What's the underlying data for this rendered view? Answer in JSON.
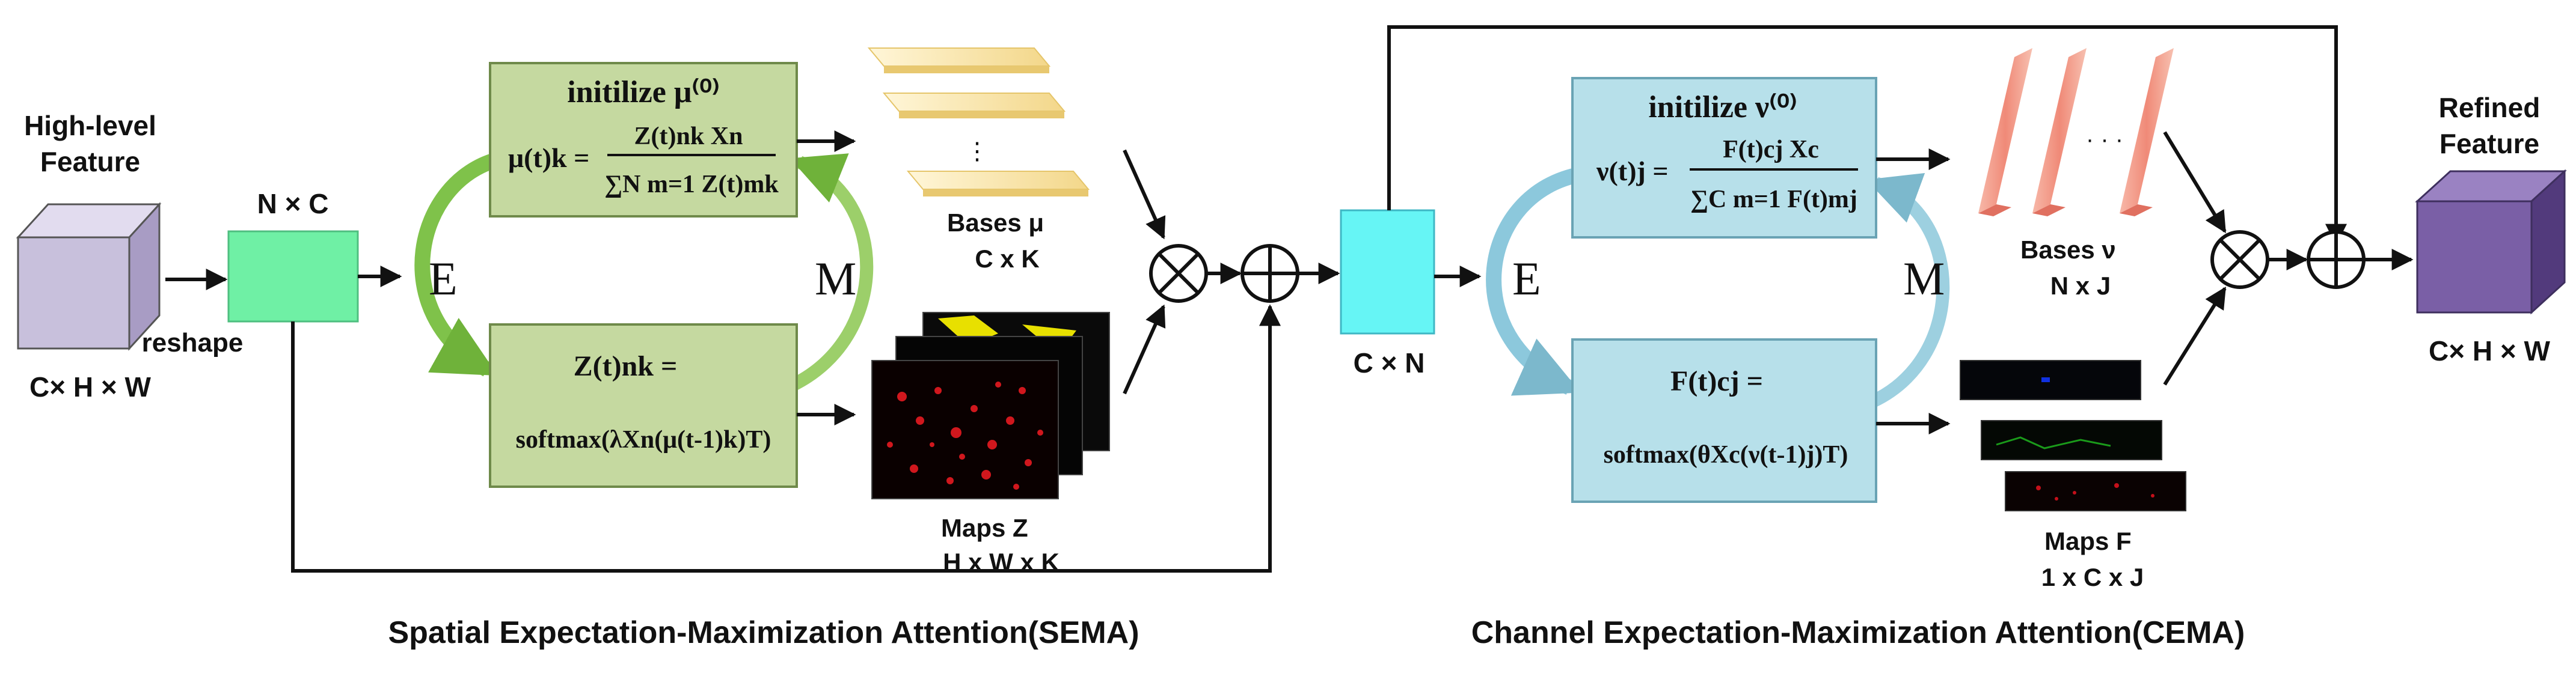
{
  "input_label": [
    "High-level",
    "Feature"
  ],
  "input_dims": "C×  H × W",
  "reshape_label": "reshape",
  "nc_label": "N × C",
  "sema": {
    "init": "initilize μ⁽⁰⁾",
    "mu_lhs": "μ(t)k =",
    "mu_num": "Z(t)nk Xn",
    "mu_den": "∑N m=1 Z(t)mk",
    "z_lhs": "Z(t)nk =",
    "z_rhs": "softmax(λXn(μ(t-1)k)T)",
    "e": "E",
    "m": "M",
    "bases": "Bases   μ",
    "bases_dims": "C x K",
    "maps": "Maps   Z",
    "maps_dims": "H x W x K",
    "caption": "Spatial Expectation-Maximization Attention(SEMA)"
  },
  "cn_label": "C × N",
  "cema": {
    "init": "initilize ν⁽⁰⁾",
    "nu_lhs": "ν(t)j =",
    "nu_num": "F(t)cj Xc",
    "nu_den": "∑C m=1 F(t)mj",
    "f_lhs": "F(t)cj =",
    "f_rhs": "softmax(θXc(ν(t-1)j)T)",
    "e": "E",
    "m": "M",
    "bases": "Bases   ν",
    "bases_dims": "N x J",
    "maps": "Maps   F",
    "maps_dims": "1 x C x J",
    "caption": "Channel Expectation-Maximization Attention(CEMA)"
  },
  "output_label": [
    "Refined",
    "Feature"
  ],
  "output_dims": "C×  H × W",
  "colors": {
    "input_cube": "#c8c0dc",
    "nc_box": "#6ff0a5",
    "cn_box": "#66f5f5",
    "sema_box": "#c5d9a0",
    "cema_box": "#b7e0ea",
    "arc_green": "#7fc24a",
    "arc_blue": "#8cc8dc",
    "base_yellow": "#f8e2a0",
    "base_red": "#f4a090",
    "output_cube": "#7a5fa6"
  }
}
